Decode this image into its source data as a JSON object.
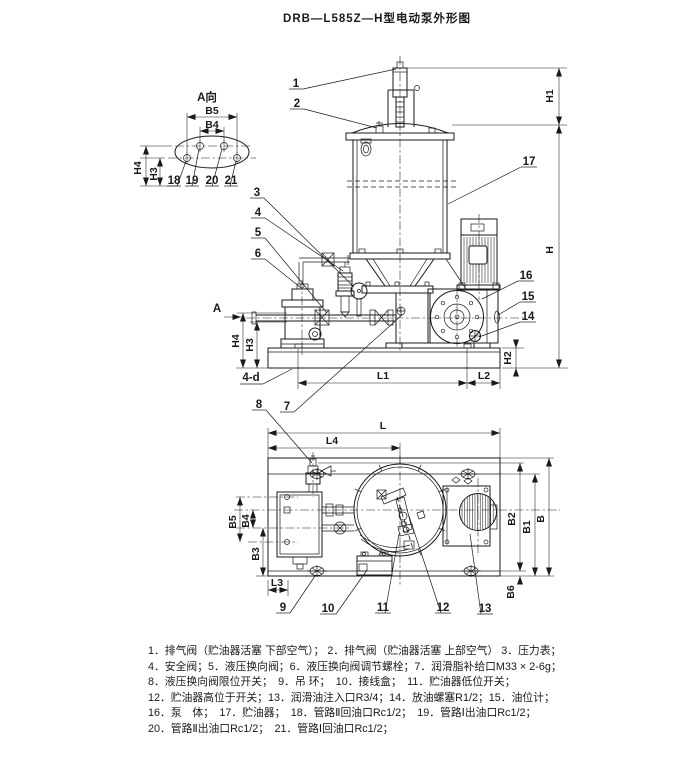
{
  "title": "DRB—L585Z—H型电动泵外形图",
  "detail_view": {
    "label": "A向",
    "dims": {
      "b5": "B5",
      "b4": "B4",
      "h4": "H4",
      "h3": "H3"
    },
    "callouts": {
      "c18": "18",
      "c19": "19",
      "c20": "20",
      "c21": "21"
    }
  },
  "front_view": {
    "view_arrow": "A",
    "bolt_note": "4-d",
    "dims": {
      "h": "H",
      "h1": "H1",
      "h2": "H2",
      "h3": "H3",
      "h4": "H4",
      "l1": "L1",
      "l2": "L2"
    },
    "callouts": {
      "c1": "1",
      "c2": "2",
      "c3": "3",
      "c4": "4",
      "c5": "5",
      "c6": "6",
      "c7": "7",
      "c8": "8",
      "c14": "14",
      "c15": "15",
      "c16": "16",
      "c17": "17"
    }
  },
  "top_view": {
    "dims": {
      "l": "L",
      "l3": "L3",
      "l4": "L4",
      "b": "B",
      "b1": "B1",
      "b2": "B2",
      "b3": "B3",
      "b4": "B4",
      "b5": "B5",
      "b6": "B6"
    },
    "callouts": {
      "c9": "9",
      "c10": "10",
      "c11": "11",
      "c12": "12",
      "c13": "13"
    }
  },
  "parts_list": {
    "lines": [
      "1．排气阀（贮油器活塞 下部空气）； 2．排气阀（贮油器活塞 上部空气） 3．压力表；",
      "4．安全阀；5．液压换向阀；6．液压换向阀调节螺栓；7．润滑脂补给口M33 × 2-6g；",
      "8．液压换向阀限位开关；　9．吊 环；　10．接线盒；　11．贮油器低位开关；",
      "12．贮油器高位于开关；13．润滑油注入口R3/4；14．放油螺塞R1/2；15．油位计；",
      "16．泵　体；　17．贮油器；　18．管路Ⅱ回油口Rc1/2；　19．管路Ⅰ出油口Rc1/2；",
      "20．管路Ⅱ出油口Rc1/2；　21．管路Ⅰ回油口Rc1/2；"
    ]
  }
}
